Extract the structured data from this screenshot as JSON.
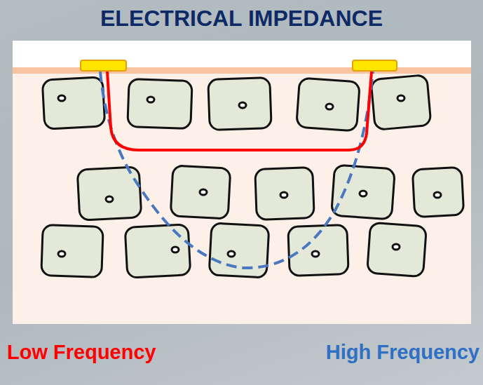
{
  "diagram": {
    "title": "ELECTRICAL IMPEDANCE",
    "labels": [
      "Low Frequency",
      "High Frequency"
    ]
  }
}
